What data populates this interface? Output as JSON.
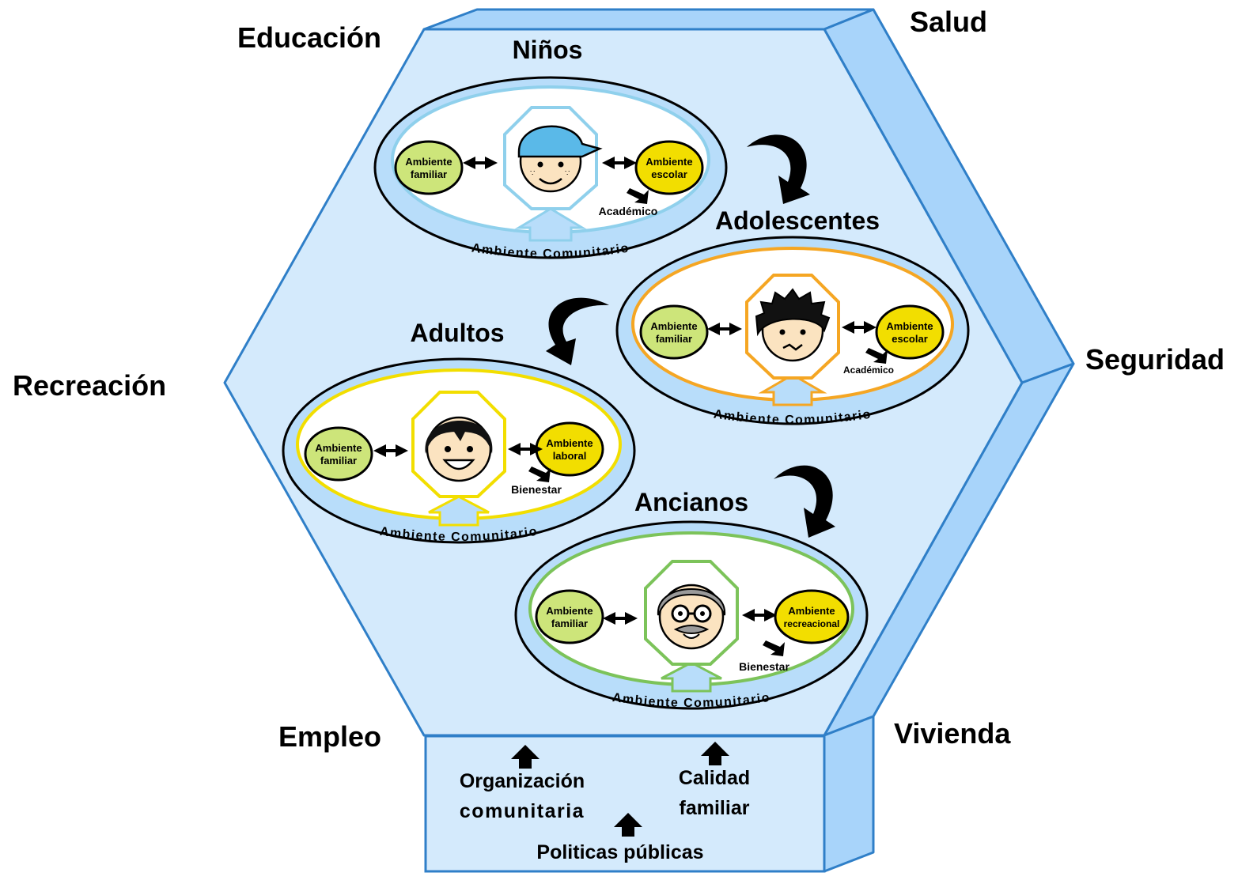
{
  "domains": {
    "top_left": "Educación",
    "top_right": "Salud",
    "left": "Recreación",
    "right": "Seguridad",
    "bottom_left": "Empleo",
    "bottom_right": "Vivienda"
  },
  "groups": [
    {
      "title": "Niños",
      "left_env": [
        "Ambiente",
        "familiar"
      ],
      "right_env": [
        "Ambiente",
        "escolar"
      ],
      "outcome": "Académico",
      "community": "Ambiente Comunitario",
      "face": "child-face-icon",
      "colors": {
        "accent": "#8fd0ec",
        "left": "#cde57a",
        "right": "#f2de00"
      }
    },
    {
      "title": "Adolescentes",
      "left_env": [
        "Ambiente",
        "familiar"
      ],
      "right_env": [
        "Ambiente",
        "escolar"
      ],
      "outcome": "Académico",
      "community": "Ambiente Comunitario",
      "face": "teen-face-icon",
      "colors": {
        "accent": "#f5a623",
        "left": "#cde57a",
        "right": "#f2de00"
      }
    },
    {
      "title": "Adultos",
      "left_env": [
        "Ambiente",
        "familiar"
      ],
      "right_env": [
        "Ambiente",
        "laboral"
      ],
      "outcome": "Bienestar",
      "community": "Ambiente Comunitario",
      "face": "adult-face-icon",
      "colors": {
        "accent": "#f2de00",
        "left": "#cde57a",
        "right": "#f2de00"
      }
    },
    {
      "title": "Ancianos",
      "left_env": [
        "Ambiente",
        "familiar"
      ],
      "right_env": [
        "Ambiente",
        "recreacional"
      ],
      "outcome": "Bienestar",
      "community": "Ambiente Comunitario",
      "face": "elder-face-icon",
      "colors": {
        "accent": "#7cc35a",
        "left": "#cde57a",
        "right": "#f2de00"
      }
    }
  ],
  "base": {
    "left": [
      "Organización",
      "comunitaria"
    ],
    "right": [
      "Calidad",
      "familiar"
    ],
    "bottom": "Politicas públicas"
  },
  "colors": {
    "hex_face": "#d4eafc",
    "hex_side": "#a8d4fa",
    "hex_edge": "#2f7fc8"
  }
}
